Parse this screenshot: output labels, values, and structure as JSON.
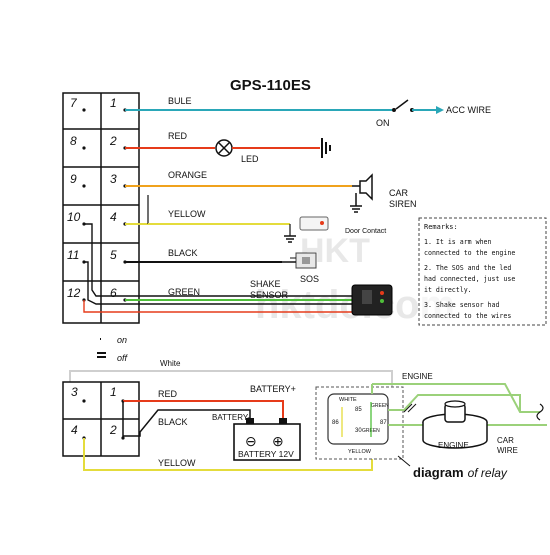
{
  "title": "GPS-110ES",
  "upper_connector": {
    "rows": [
      {
        "left": "7",
        "right": "1"
      },
      {
        "left": "8",
        "right": "2"
      },
      {
        "left": "9",
        "right": "3"
      },
      {
        "left": "10",
        "right": "4"
      },
      {
        "left": "11",
        "right": "5"
      },
      {
        "left": "12",
        "right": "6"
      }
    ]
  },
  "wires": {
    "bule": "BULE",
    "red": "RED",
    "orange": "ORANGE",
    "yellow": "YELLOW",
    "black": "BLACK",
    "green": "GREEN"
  },
  "labels": {
    "acc_wire": "ACC WIRE",
    "on": "ON",
    "led": "LED",
    "car_siren": [
      "CAR",
      "SIREN"
    ],
    "door_contact": "Door Contact",
    "sos": "SOS",
    "shake_sensor": [
      "SHAKE",
      "SENSOR"
    ]
  },
  "remarks": {
    "title": "Remarks:",
    "items": [
      "1. It is arm when",
      "connected to the engine",
      "2. The SOS and the led",
      "had connected, just use",
      "it directly.",
      "3. Shake sensor had",
      "connected to the wires"
    ]
  },
  "legend": {
    "on": "on",
    "off": "off"
  },
  "lower": {
    "white": "White",
    "connector": {
      "rows": [
        {
          "left": "3",
          "right": "1"
        },
        {
          "left": "4",
          "right": "2"
        }
      ]
    },
    "red": "RED",
    "black": "BLACK",
    "yellow": "YELLOW",
    "battery_plus": "BATTERY+",
    "battery_minus": "BATTERY-",
    "battery_label": "BATTERY 12V",
    "battery_terminals": {
      "minus": "⊖",
      "plus": "⊕"
    },
    "relay": {
      "white": "WHITE",
      "green1": "GREEN",
      "r85": "85",
      "r86": "86",
      "r87": "87",
      "r30": "30",
      "green2": "GREEN",
      "yellow": "YELLOW"
    },
    "engine_top": "ENGINE",
    "engine": "ENGINE",
    "car_wire": [
      "CAR",
      "WIRE"
    ],
    "diagram_word": "diagram",
    "diagram_rest": "of relay"
  },
  "watermark": [
    "HKT",
    "hktdc.com"
  ],
  "colors": {
    "bule": "#2aa7b8",
    "red": "#e63b1a",
    "orange": "#f0a21c",
    "yellow": "#e4dc3c",
    "black": "#111111",
    "green": "#4fbf3a",
    "white_wire": "#cfcfcf"
  }
}
